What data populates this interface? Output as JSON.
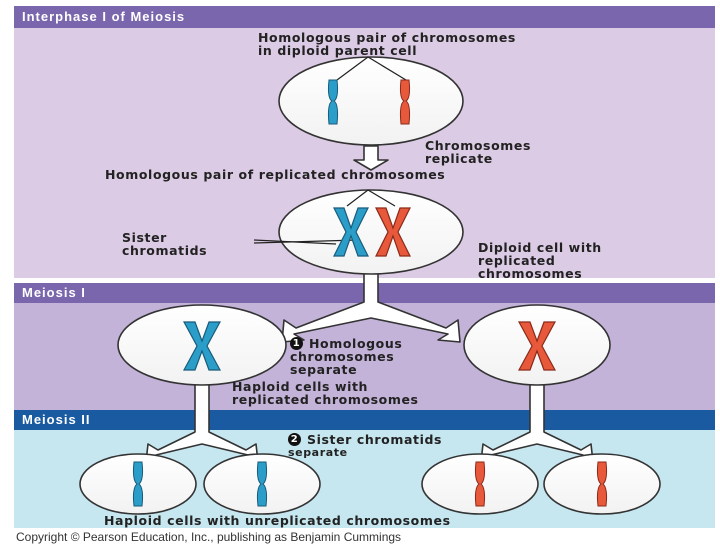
{
  "headers": {
    "interphase": "Interphase I of Meiosis",
    "meiosis1": "Meiosis I",
    "meiosis2": "Meiosis II"
  },
  "labels": {
    "homologous_pair_line1": "Homologous pair of chromosomes",
    "homologous_pair_line2": "in diploid parent cell",
    "chromosomes_replicate_line1": "Chromosomes",
    "chromosomes_replicate_line2": "replicate",
    "homologous_replicated": "Homologous pair of replicated chromosomes",
    "sister_chromatids_line1": "Sister",
    "sister_chromatids_line2": "chromatids",
    "diploid_line1": "Diploid cell with",
    "diploid_line2": "replicated",
    "diploid_line3": "chromosomes",
    "step1_number": "1",
    "step1_line1": "Homologous",
    "step1_line2": "chromosomes",
    "step1_line3": "separate",
    "haploid_replicated_line1": "Haploid cells with",
    "haploid_replicated_line2": "replicated chromosomes",
    "step2_number": "2",
    "step2_line1": "Sister chromatids",
    "step2_line2": "separate",
    "haploid_unreplicated": "Haploid cells with unreplicated chromosomes",
    "copyright": "Copyright © Pearson Education, Inc., publishing as Benjamin Cummings"
  },
  "colors": {
    "interphase_bg": "#dccbe4",
    "meiosis1_bg": "#c3b3d8",
    "meiosis2_bg": "#c6e7f0",
    "header_purple": "#7a66ad",
    "header_blue": "#1a5aa0",
    "chromosome_blue": "#2a9ec8",
    "chromosome_red": "#e8583a"
  }
}
